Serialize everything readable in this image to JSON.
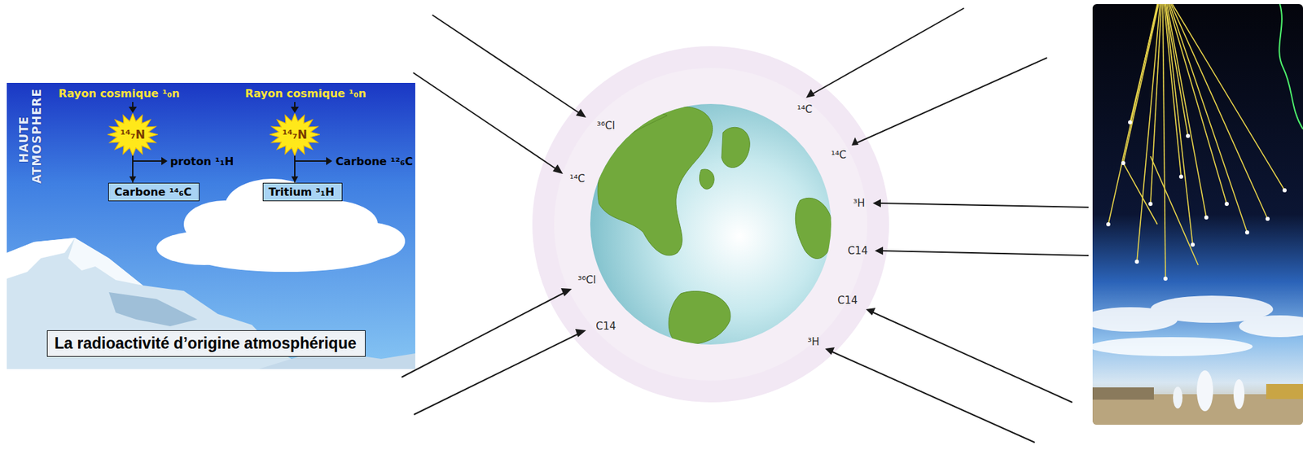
{
  "diagram": {
    "nodes": [
      {
        "text": [
          "¹⁴₇N"
        ]
      },
      {
        "text": [
          "Carbone ¹⁴₆C"
        ]
      },
      {
        "text": [
          "¹⁴₇N"
        ]
      },
      {
        "text": [
          "Tritium ³₁H"
        ]
      },
      {
        "text": [
          "La radioactivité d’origine atmosphérique"
        ]
      }
    ],
    "edges": [
      {
        "from": 0,
        "to": 1,
        "arrow": "to"
      },
      {
        "from": 2,
        "to": 3,
        "arrow": "to"
      }
    ],
    "labels": [
      "HAUTE ATMOSPHERE",
      "Rayon cosmique ¹₀n",
      "proton ¹₁H",
      "Rayon cosmique ¹₀n",
      "Carbone ¹²₆C",
      "³⁶Cl",
      "¹⁴C",
      "³⁶Cl",
      "C14",
      "¹⁴C",
      "¹⁴C",
      "³H",
      "C14",
      "C14",
      "³H"
    ]
  }
}
